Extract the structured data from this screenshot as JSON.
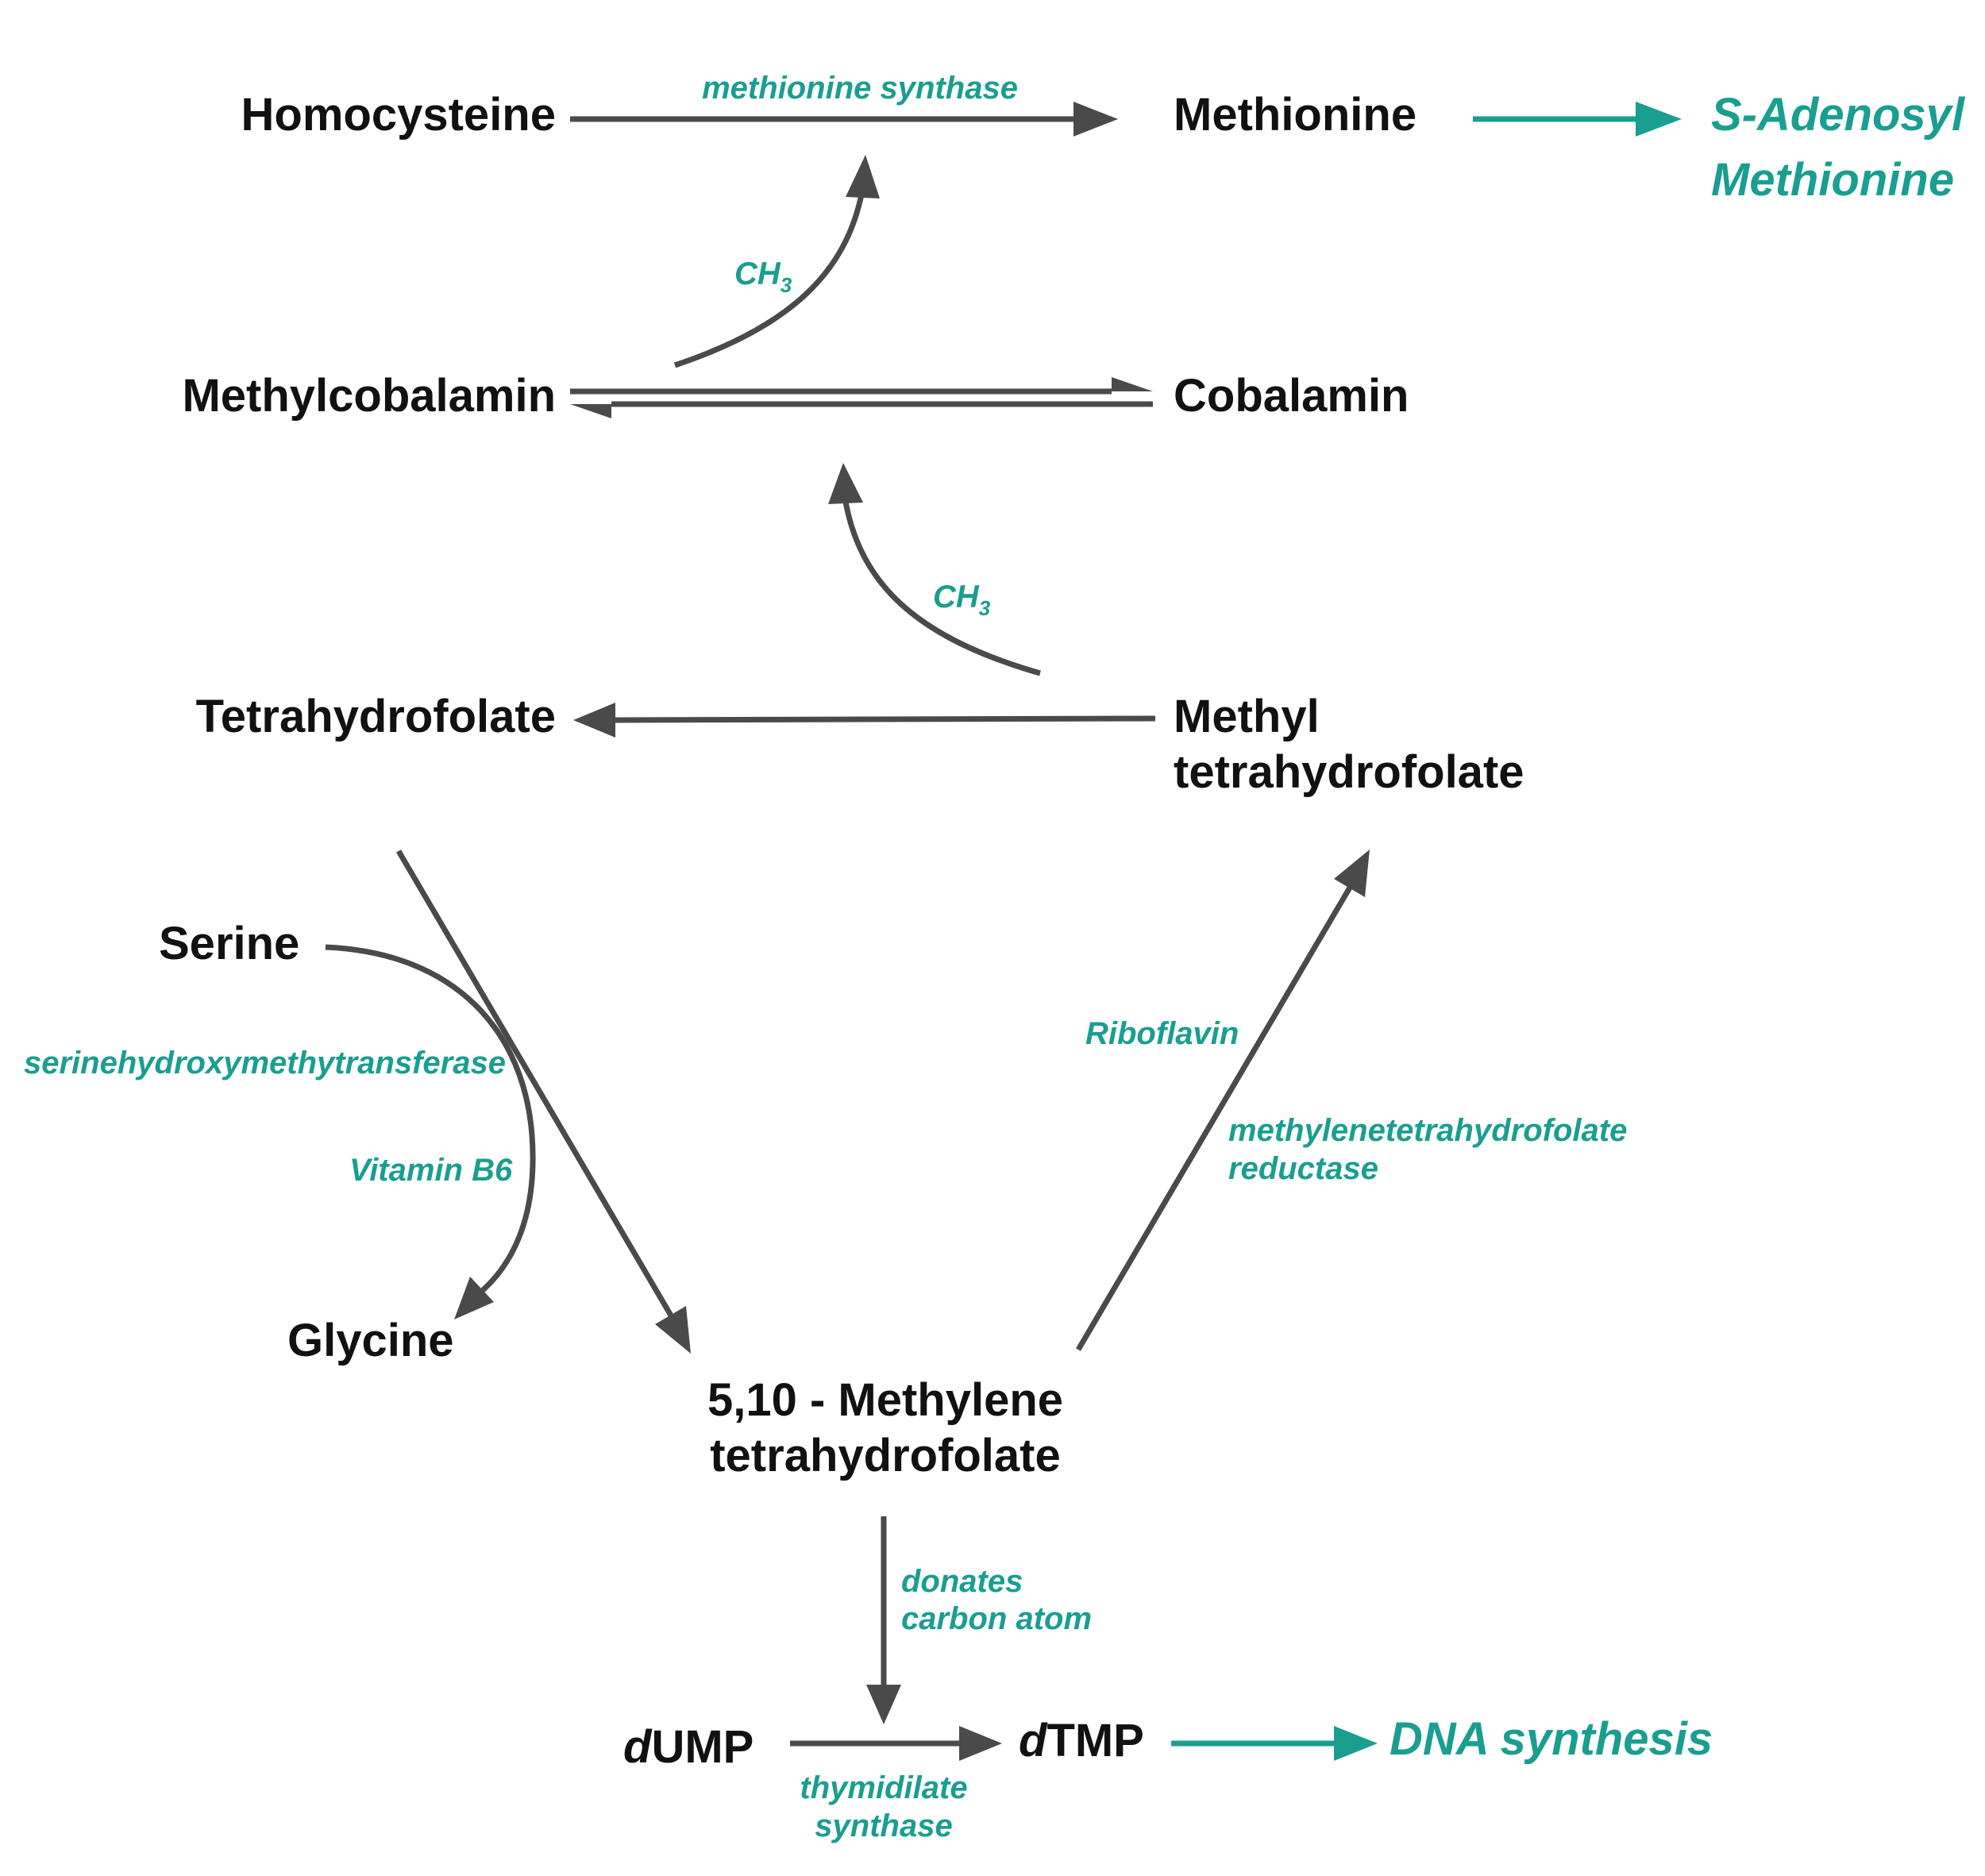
{
  "nodes": {
    "homocysteine": "Homocysteine",
    "methionine": "Methionine",
    "sam_line1": "S-Adenosyl",
    "sam_line2": "Methionine",
    "methylcobalamin": "Methylcobalamin",
    "cobalamin": "Cobalamin",
    "tetrahydrofolate": "Tetrahydrofolate",
    "methyl_thf_line1": "Methyl",
    "methyl_thf_line2": "tetrahydrofolate",
    "serine": "Serine",
    "glycine": "Glycine",
    "methylene_thf_line1": "5,10 - Methylene",
    "methylene_thf_line2": "tetrahydrofolate",
    "dump_prefix": "d",
    "dump_suffix": "UMP",
    "dtmp_prefix": "d",
    "dtmp_suffix": "TMP",
    "dna_synthesis": "DNA synthesis"
  },
  "labels": {
    "methionine_synthase": "methionine synthase",
    "ch3_top_main": "CH",
    "ch3_top_sub": "3",
    "ch3_mid_main": "CH",
    "ch3_mid_sub": "3",
    "shmt": "serinehydroxymethytransferase",
    "vitamin_b6": "Vitamin B6",
    "riboflavin": "Riboflavin",
    "mthfr_line1": "methylenetetrahydrofolate",
    "mthfr_line2": "reductase",
    "donates_line1": "donates",
    "donates_line2": "carbon atom",
    "ts_line1": "thymidilate",
    "ts_line2": "synthase"
  },
  "colors": {
    "accent": "#1a9e8f",
    "arrow": "#4a4a4a",
    "text": "#111111"
  }
}
